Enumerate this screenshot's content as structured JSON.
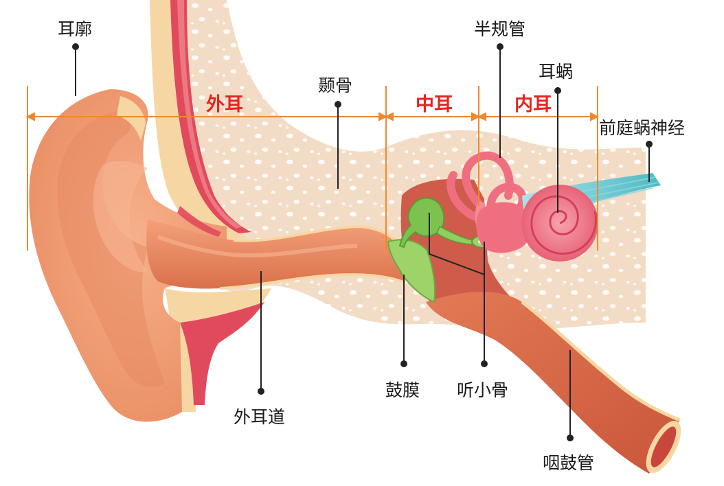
{
  "diagram": {
    "sections": [
      {
        "id": "outer",
        "label": "外耳"
      },
      {
        "id": "middle",
        "label": "中耳"
      },
      {
        "id": "inner",
        "label": "内耳"
      }
    ],
    "labels": {
      "auricle": "耳廓",
      "temporal_bone": "颞骨",
      "semicircular_canals": "半规管",
      "cochlea": "耳蜗",
      "vestibulocochlear_nerve": "前庭蜗神经",
      "ear_canal": "外耳道",
      "eardrum": "鼓膜",
      "ossicles": "听小骨",
      "eustachian_tube": "咽鼓管"
    },
    "colors": {
      "section_label": "#e8231f",
      "section_line": "#f0892e",
      "leader": "#222222",
      "bone": "#f3dcc6",
      "skin": "#f0a27a",
      "muscle": "#e14a5c",
      "eardrum": "#9ed36a",
      "inner_ear": "#ef6f80",
      "nerve": "#5cc6cf"
    }
  }
}
